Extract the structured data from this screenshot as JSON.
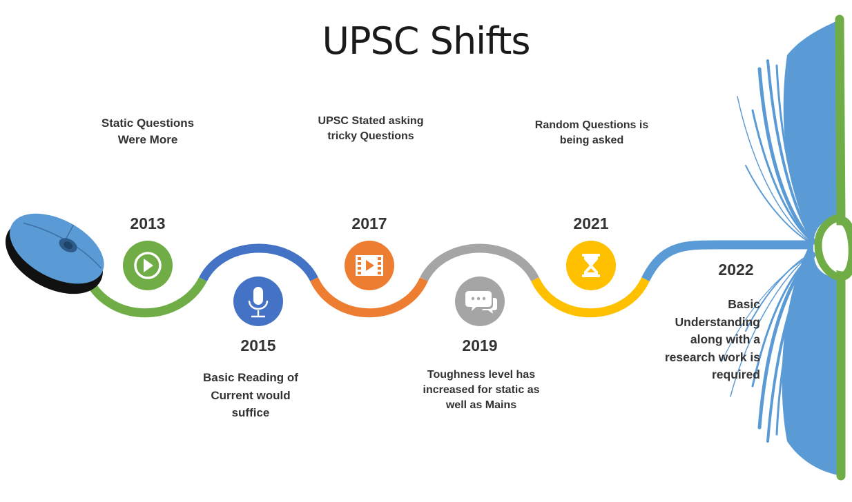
{
  "title": "UPSC Shifts",
  "milestones": [
    {
      "year": "2013",
      "lines": [
        "Static Questions",
        "Were More"
      ],
      "icon": "play-icon",
      "color": "#70ad47"
    },
    {
      "year": "2015",
      "lines": [
        "Basic Reading of",
        "Current would",
        "suffice"
      ],
      "icon": "microphone-icon",
      "color": "#4472c4"
    },
    {
      "year": "2017",
      "lines": [
        "UPSC Stated asking",
        "tricky Questions"
      ],
      "icon": "film-icon",
      "color": "#ed7d31"
    },
    {
      "year": "2019",
      "lines": [
        "Toughness level has",
        "increased for static as",
        "well as Mains"
      ],
      "icon": "chat-icon",
      "color": "#a5a5a5"
    },
    {
      "year": "2021",
      "lines": [
        "Random Questions is",
        "being asked"
      ],
      "icon": "hourglass-icon",
      "color": "#ffc000"
    },
    {
      "year": "2022",
      "lines": [
        "Basic",
        "Understanding",
        "along with a",
        "research work is",
        "required"
      ],
      "icon": "book-icon",
      "color": "#5b9bd5"
    }
  ]
}
